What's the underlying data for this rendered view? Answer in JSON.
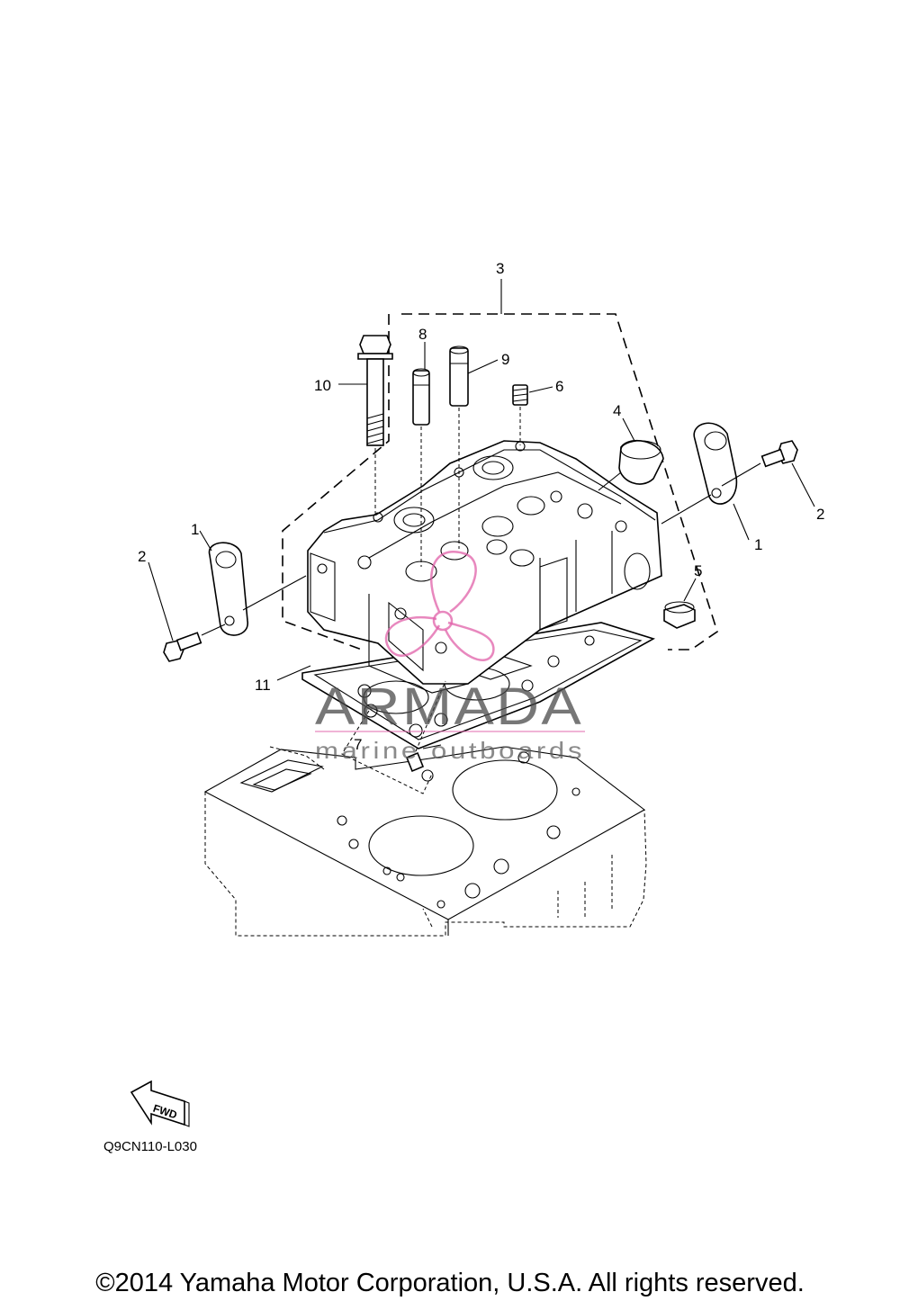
{
  "callouts": {
    "c1_left": "1",
    "c1_right": "1",
    "c2_left": "2",
    "c2_right": "2",
    "c3": "3",
    "c4": "4",
    "c5": "5",
    "c6": "6",
    "c7": "7",
    "c8": "8",
    "c9": "9",
    "c10": "10",
    "c11": "11"
  },
  "fwd_label": "FWD",
  "diagram_code": "Q9CN110-L030",
  "watermark": {
    "title": "ARMADA",
    "subtitle": "marine outboards",
    "accent_color": "#e060a8"
  },
  "copyright": "©2014 Yamaha Motor Corporation, U.S.A. All rights reserved."
}
